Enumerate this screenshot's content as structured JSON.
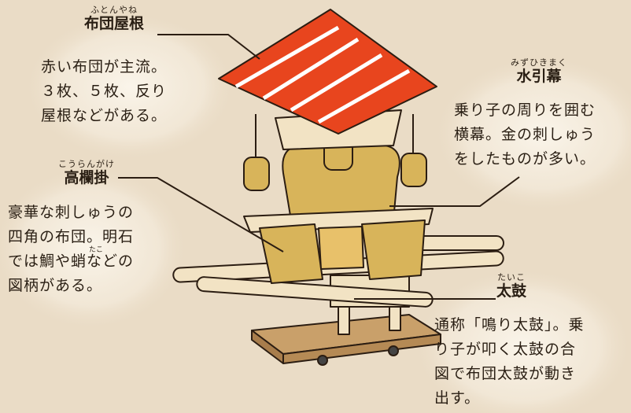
{
  "colors": {
    "background": "#eadcc6",
    "roof_red": "#e8451e",
    "gold": "#d8b45a",
    "wood": "#f2e3c4",
    "outline": "#2b1d12"
  },
  "labels": {
    "futon_yane": {
      "ruby": "ふとんやね",
      "title": "布団屋根",
      "desc": [
        "赤い布団が主流。",
        "３枚、５枚、反り",
        "屋根などがある。"
      ]
    },
    "mizuhikimaku": {
      "ruby": "みずひきまく",
      "title": "水引幕",
      "desc": [
        "乗り子の周りを囲む",
        "横幕。金の刺しゅう",
        "をしたものが多い。"
      ]
    },
    "kourangake": {
      "ruby": "こうらんがけ",
      "title": "高欄掛",
      "desc": [
        "豪華な刺しゅうの",
        "四角の布団。明石",
        "では鯛や蛸などの",
        "図柄がある。"
      ],
      "inline_ruby": "たこ"
    },
    "taiko": {
      "ruby": "たいこ",
      "title": "太鼓",
      "desc": [
        "通称「鳴り太鼓」。乗",
        "り子が叩く太鼓の合",
        "図で布団太鼓が動き",
        "出す。"
      ]
    }
  }
}
